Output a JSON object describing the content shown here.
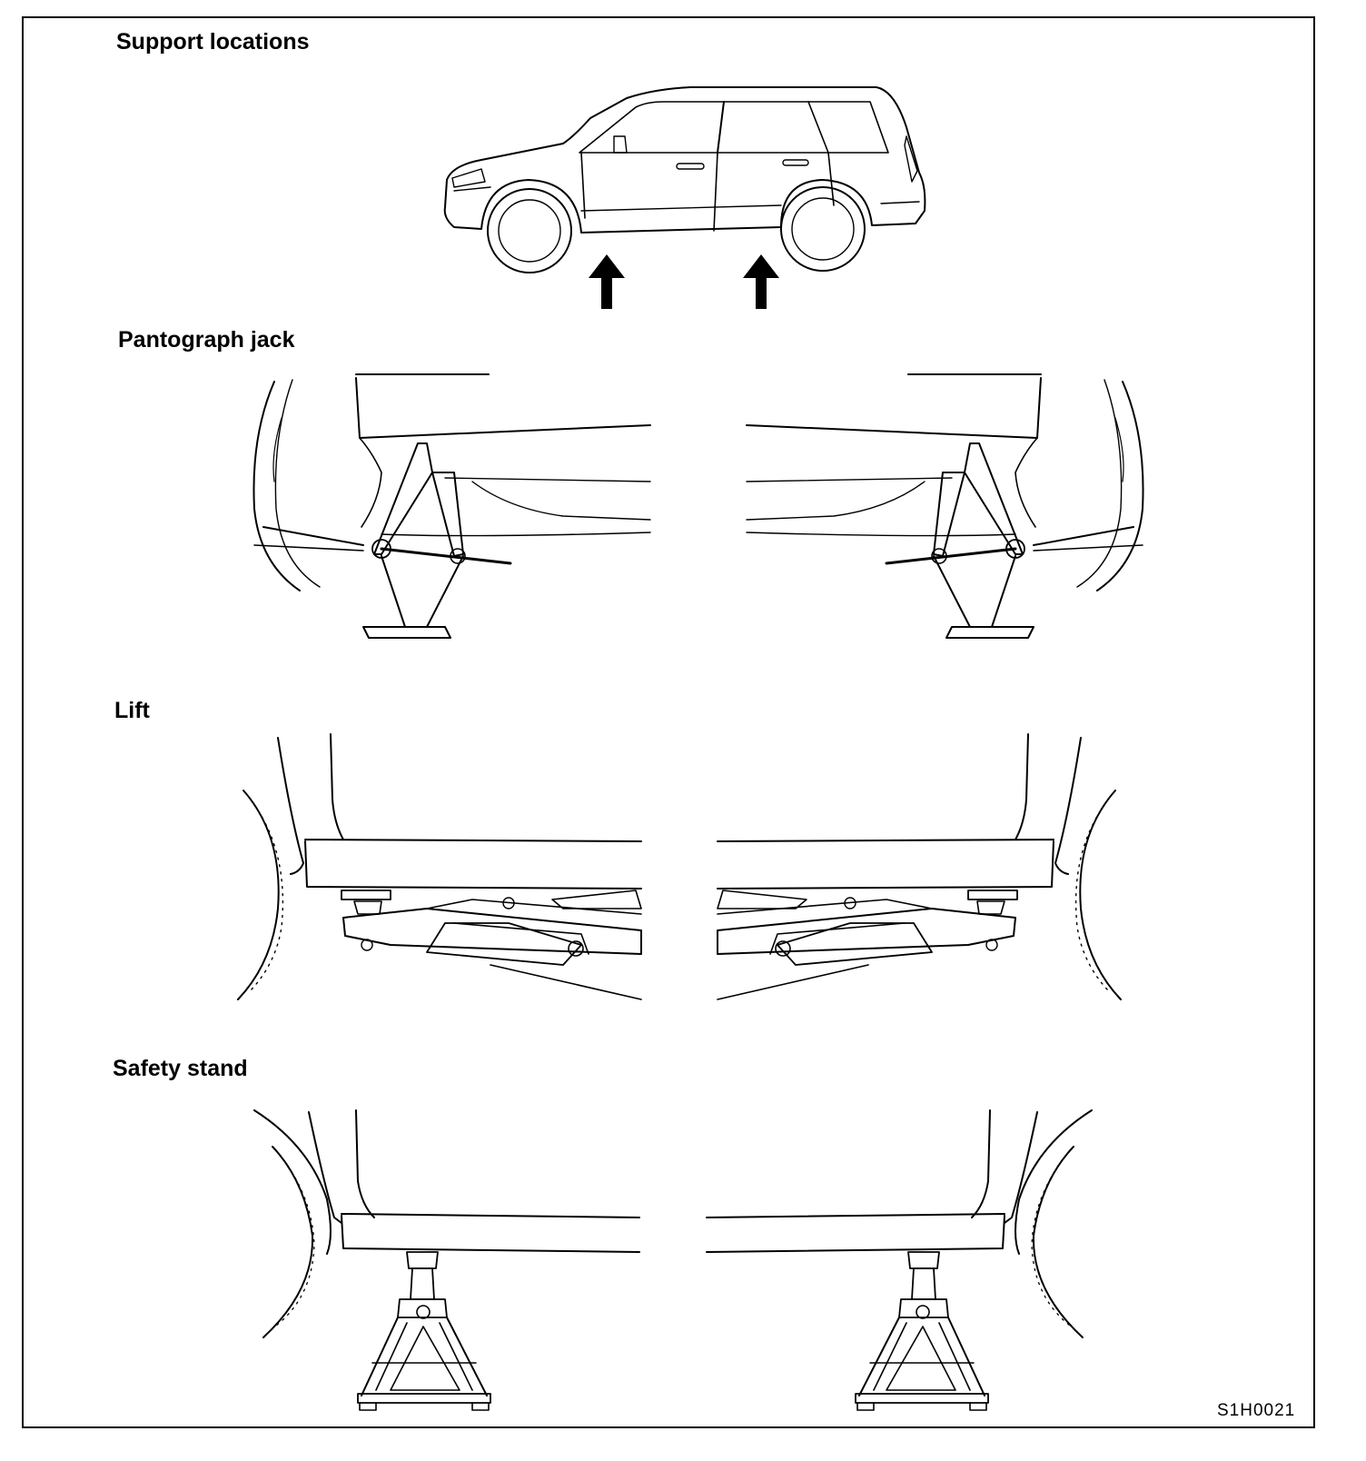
{
  "labels": {
    "support_locations": "Support locations",
    "pantograph_jack": "Pantograph jack",
    "lift": "Lift",
    "safety_stand": "Safety stand"
  },
  "figure_code": "S1H0021",
  "colors": {
    "ink": "#000000",
    "paper": "#ffffff"
  }
}
